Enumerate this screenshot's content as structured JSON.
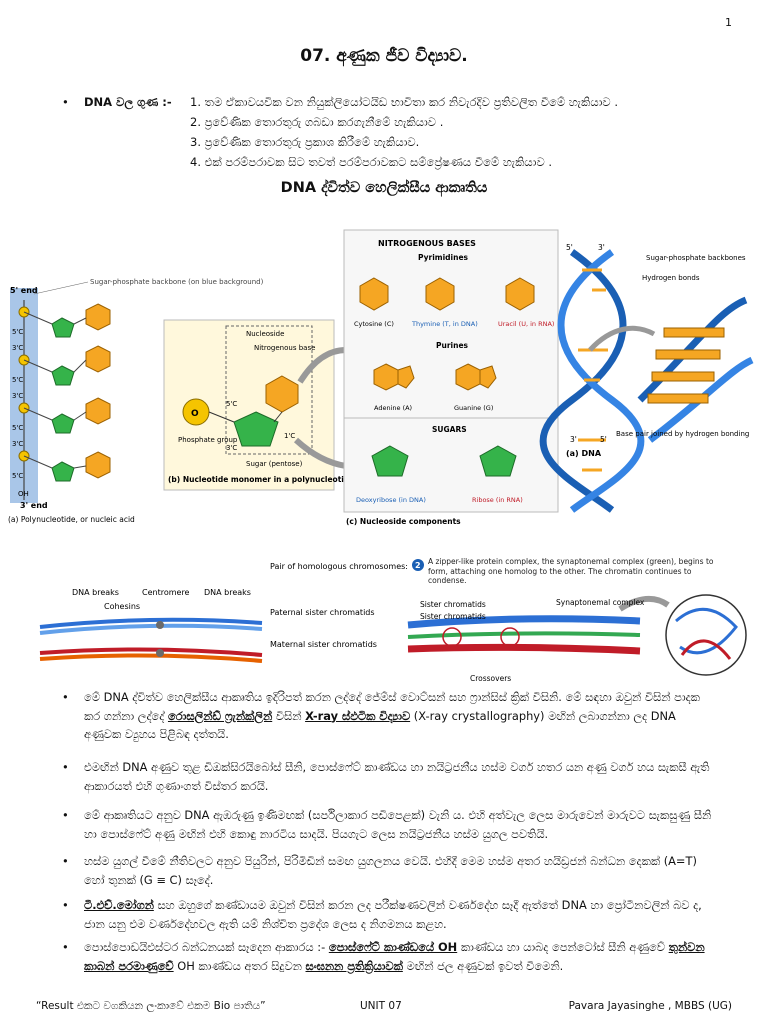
{
  "page_number": "1",
  "title": "07. අණුක ජීව විද්‍යාව.",
  "dna_properties": {
    "label": "DNA වල ගුණ :-",
    "items": [
      "1. තම ඒකාවයවික වන නියුක්ලියෝටයිඩ භාවිතා කර නිවැරදිව ප්‍රතිවලිත වීමේ හැකියාව .",
      "2. ප්‍රවේණික තොරතුරු ගබඩා කරගැනීමේ හැකියාව .",
      "3. ප්‍රවේණික තොරතුරු ප්‍රකාශ කිරීමේ හැකියාව.",
      "4. එක් පරම්පරාවක සිට තවත් පරම්පරාවකට සම්ප්‍රේෂණය වීමේ හැකියාව ."
    ]
  },
  "section_heading": "DNA ද්විත්ව හෙලික්සීය ආකෘතිය",
  "figure1": {
    "backbone_label": "Sugar-phosphate backbone (on blue background)",
    "five_end": "5' end",
    "three_end": "3' end",
    "five_c": "5'C",
    "three_c": "3'C",
    "o_label": "O",
    "oh_label": "OH",
    "caption_a": "(a) Polynucleotide, or nucleic acid",
    "nucleoside": "Nucleoside",
    "nitrogenous_base": "Nitrogenous base",
    "phosphate_group": "Phosphate group",
    "sugar": "Sugar (pentose)",
    "one_c": "1'C",
    "caption_b": "(b) Nucleotide monomer in a polynucleotide",
    "box_title": "NITROGENOUS BASES",
    "pyrimidines": "Pyrimidines",
    "cytosine": "Cytosine (C)",
    "thymine": "Thymine (T, in DNA)",
    "uracil": "Uracil (U, in RNA)",
    "purines": "Purines",
    "adenine": "Adenine (A)",
    "guanine": "Guanine (G)",
    "sugars": "SUGARS",
    "deoxyribose": "Deoxyribose (in DNA)",
    "ribose": "Ribose (in RNA)",
    "caption_c": "(c) Nucleoside components",
    "helix_five": "5'",
    "helix_three": "3'",
    "helix_backbones": "Sugar-phosphate backbones",
    "hydrogen_bonds": "Hydrogen bonds",
    "base_pair": "Base pair joined by hydrogen bonding",
    "caption_dna": "(a) DNA",
    "colors": {
      "thymine": "#1a5fb4",
      "uracil": "#c01c28",
      "ring": "#f5a623",
      "backbone": "#a9c6e8"
    }
  },
  "figure2": {
    "pair_label": "Pair of homologous chromosomes:",
    "dna_breaks_1": "DNA breaks",
    "centromere": "Centromere",
    "dna_breaks_2": "DNA breaks",
    "cohesins": "Cohesins",
    "paternal": "Paternal sister chromatids",
    "maternal": "Maternal sister chromatids",
    "step_number": "2",
    "step_text": "A zipper-like protein complex, the synaptonemal complex (green), begins to form, attaching one homolog to the other. The chromatin continues to condense.",
    "sister_1": "Sister chromatids",
    "sister_2": "Sister chromatids",
    "synaptonemal": "Synaptonemal complex",
    "crossovers": "Crossovers"
  },
  "paragraphs": {
    "p1_a": "මේ DNA ද්විත්ව හෙලික්සීය ආකෘතිය ඉදිරිපත් කරන ලද්දේ ජේම්ස් වොට්සන් සහ ෆ්‍රාන්සිස් ක්‍රික් විසිනි. මේ සඳහා ඔවුන් විසින් පාදක කර ගන්නා ලද්දේ ",
    "p1_u1": "රොසලින්ඩ් ෆ්‍රැන්ක්ලින්",
    "p1_b": " විසින් ",
    "p1_u2": "X-ray ස්ඵටික විද්‍යාව",
    "p1_c": " (X-ray crystallography) මඟින් ලබාගන්නා ලද DNA අණුවක ව්‍යුහය පිළිබඳ දත්තයි.",
    "p2": "එමඟින් DNA අණුව තුළ ඩිඔක්සිරයිබෝස් සීනි, පොස්ෆේට් කාණ්ඩය හා නයිට්‍රජනීය හස්ම වර්ග හතර යන අණු වර්ග හය සැකසී ඇති ආකාරයත් එහි ගුණාංගත් විස්තර කරයි.",
    "p3": "මේ ආකෘතියට අනුව DNA ඇඹරුණු ඉණිමඟක් (සර්පිලාකාර පඩිපෙළක්) වැනි ය. එහි අත්වැල ලෙස මාරුවෙන් මාරුවට සැකසුණු සීනි හා පොස්ෆේට් අණු මඟින් එහි කොඳු නාරටිය සාදයි. පියගැට ලෙස නයිට්‍රජනීය හස්ම යුගල පවතියි.",
    "p4": "හස්ම යුගල් වීමේ නීතිවලට අනුව පියුරින්, පිරිමිඩින් සමඟ යුගලනය වෙයි. එහිදී මෙම හස්ම අතර හයිඩ්‍රජන් බන්ධන දෙකක් (A=T) හෝ තුනක් (G ≡ C) සෑදේ.",
    "p5_u": "ටී.එච්.මෝගන්",
    "p5": " සහ ඔහුගේ කණ්ඩායම ඔවුන් විසින් කරන ලද පරීක්ෂණවලින් වර්ණදේහ සෑදී ඇත්තේ DNA හා ප්‍රෝටීනවලින් බව ද, ජාන යනු එම වර්ණදේහවල ඇති යම් නිශ්චිත ප්‍රදේශ ලෙස ද නිගමනය කළහ.",
    "p6_a": "පොස්පොඩයිඑස්ටර බන්ධනයක් සෑදෙන ආකාරය :- ",
    "p6_u1": "පොස්ෆේට් කාණ්ඩයේ OH",
    "p6_b": " කාණ්ඩය හා යාබද පෙන්ටෝස් සීනි අණුවේ ",
    "p6_u2": "තුන්වන කාබන් පරමාණුවේ",
    "p6_c": " OH කාණ්ඩය අතර සිදුවන ",
    "p6_u3": "සංඝනන ප්‍රතික්‍රියාවක්",
    "p6_d": " මඟින් ජල අණුවක් ඉවත් වීමෙනි."
  },
  "footer": {
    "left": "“Result එකට වගකියන ලංකාවේ එකම Bio පාතිය”",
    "center": "UNIT 07",
    "right": "Pavara Jayasinghe , MBBS (UG)"
  }
}
